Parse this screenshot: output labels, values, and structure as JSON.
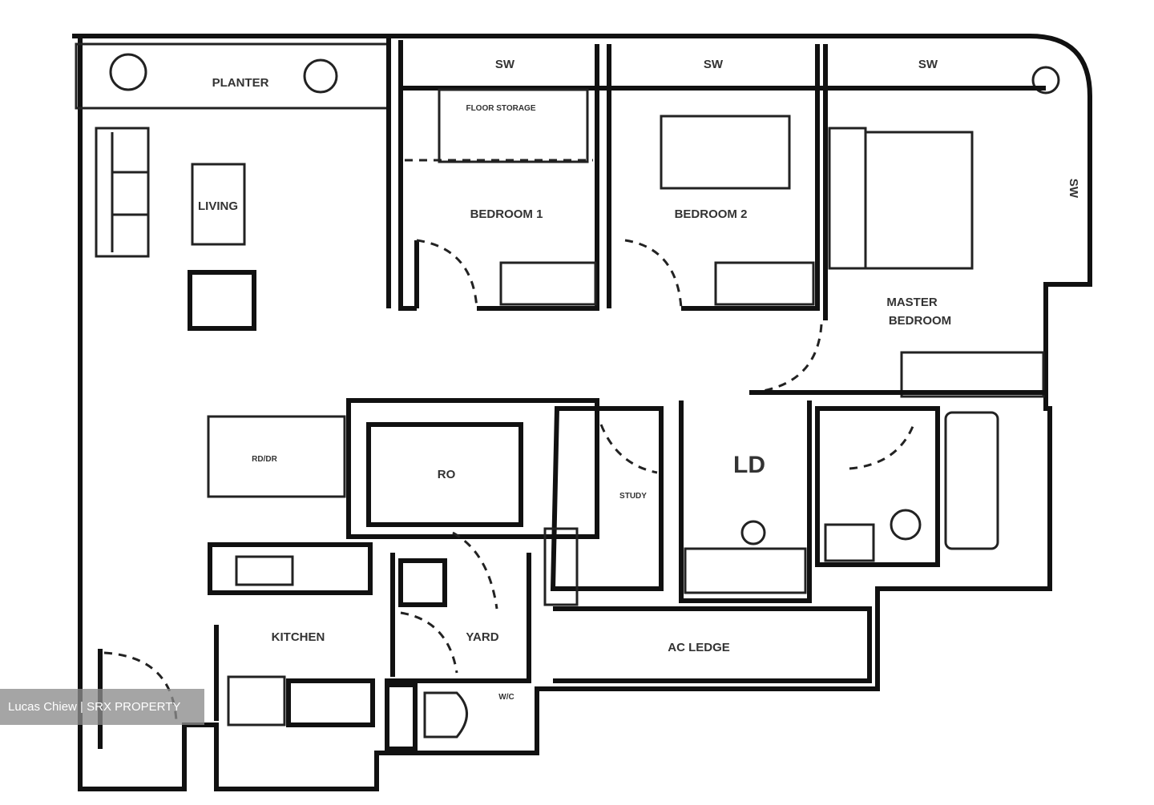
{
  "floorplan": {
    "rooms": {
      "planter": "PLANTER",
      "sw_bedroom1": "SW",
      "sw_bedroom2": "SW",
      "sw_master": "SW",
      "sw_side": "SW",
      "floor_storage": "FLOOR STORAGE",
      "living": "LIVING",
      "bedroom1": "BEDROOM 1",
      "bedroom2": "BEDROOM 2",
      "master_line1": "MASTER",
      "master_line2": "BEDROOM",
      "dining": "RD/DR",
      "ro": "RO",
      "study": "STUDY",
      "ld": "LD",
      "kitchen": "KITCHEN",
      "yard": "YARD",
      "wc": "W/C",
      "ac_ledge": "AC LEDGE"
    }
  },
  "watermark": "Lucas Chiew | SRX PROPERTY"
}
